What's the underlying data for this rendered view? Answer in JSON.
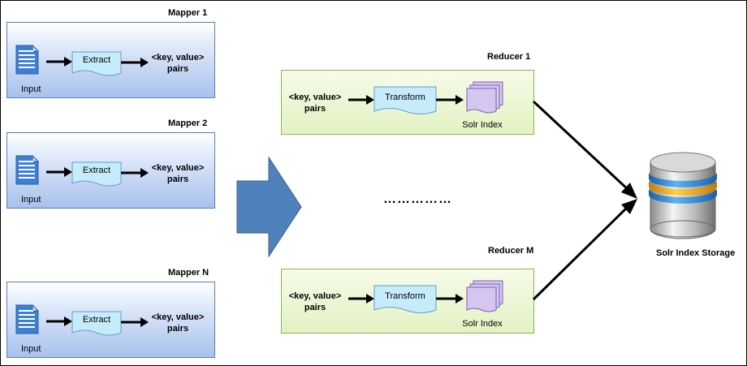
{
  "mappers": [
    {
      "title": "Mapper 1",
      "input_label": "Input",
      "process_label": "Extract",
      "output_line1": "<key, value>",
      "output_line2": "pairs"
    },
    {
      "title": "Mapper 2",
      "input_label": "Input",
      "process_label": "Extract",
      "output_line1": "<key, value>",
      "output_line2": "pairs"
    },
    {
      "title": "Mapper N",
      "input_label": "Input",
      "process_label": "Extract",
      "output_line1": "<key, value>",
      "output_line2": "pairs"
    }
  ],
  "reducers": [
    {
      "title": "Reducer 1",
      "input_line1": "<key, value>",
      "input_line2": "pairs",
      "process_label": "Transform",
      "output_label": "Solr Index"
    },
    {
      "title": "Reducer M",
      "input_line1": "<key, value>",
      "input_line2": "pairs",
      "process_label": "Transform",
      "output_label": "Solr Index"
    }
  ],
  "ellipsis": "……………",
  "storage": {
    "label": "Solr Index Storage",
    "icon": "database-icon"
  },
  "colors": {
    "mapper_fill": "#a8c1ec",
    "mapper_border": "#5b7fb4",
    "reducer_fill": "#e3f2c3",
    "reducer_border": "#86b74a",
    "process_fill": "#c6ecfb",
    "index_fill": "#d5c6f0",
    "big_arrow": "#4f81bd"
  }
}
